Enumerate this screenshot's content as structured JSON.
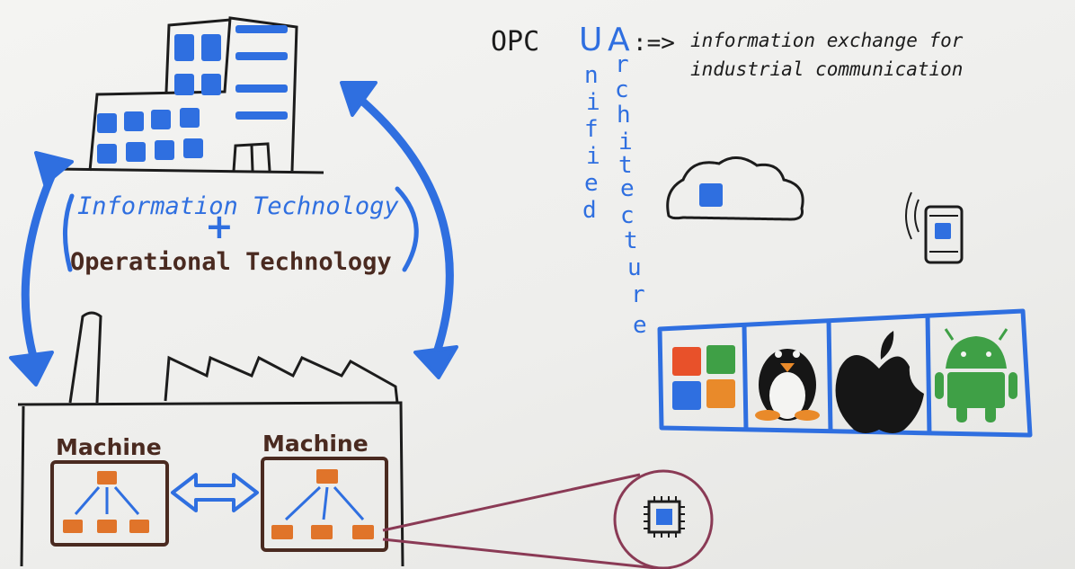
{
  "it_ot": {
    "line1": "Information Technology",
    "plus": "+",
    "line2": "Operational Technology"
  },
  "machines": [
    {
      "label": "Machine"
    },
    {
      "label": "Machine"
    }
  ],
  "opc": {
    "prefix": "OPC",
    "u": "U",
    "a": "A",
    "assign": ":=>",
    "definition_line1": "information exchange for",
    "definition_line2": "industrial communication",
    "unified_letters": [
      "n",
      "i",
      "f",
      "i",
      "e",
      "d"
    ],
    "architecture_letters": [
      "r",
      "c",
      "h",
      "i",
      "t",
      "e",
      "c",
      "t",
      "u",
      "r",
      "e"
    ]
  },
  "platforms": [
    {
      "icon": "windows-icon"
    },
    {
      "icon": "linux-tux-icon"
    },
    {
      "icon": "apple-icon"
    },
    {
      "icon": "android-icon"
    }
  ],
  "colors": {
    "blue": "#2f6fe0",
    "ink": "#1c1c1c",
    "brown": "#4a2a20",
    "orange": "#e0742a",
    "maroon": "#8a3a55",
    "green": "#3fa046"
  }
}
